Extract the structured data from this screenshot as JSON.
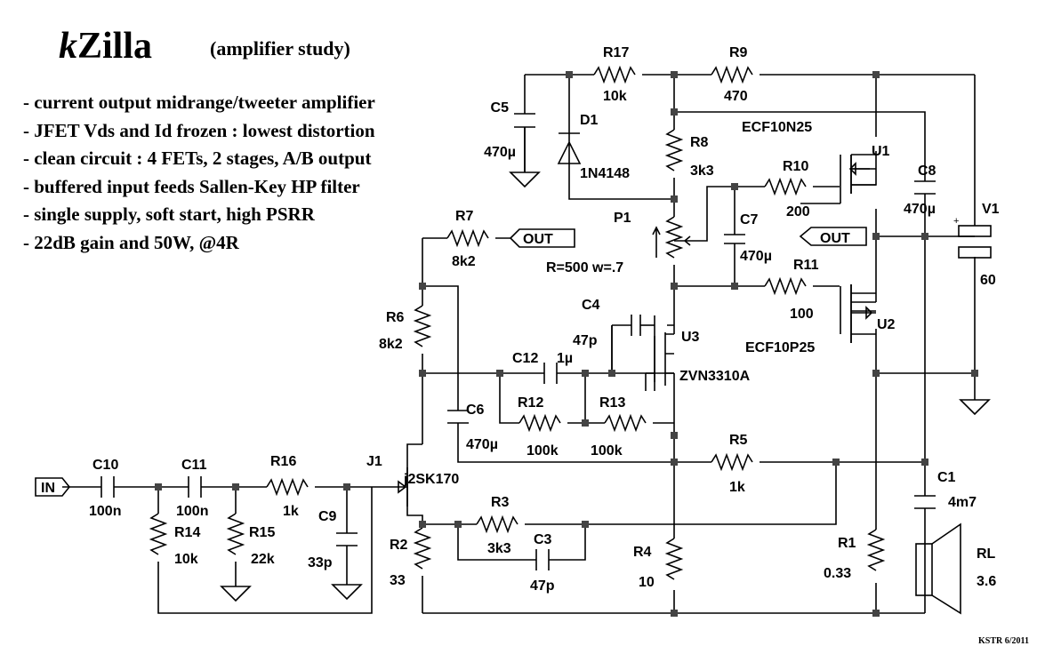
{
  "title": {
    "prefix": "k",
    "name": "Zilla",
    "subtitle": "(amplifier study)"
  },
  "notes": [
    "- current output midrange/tweeter amplifier",
    "- JFET Vds and Id frozen : lowest distortion",
    "- clean circuit : 4 FETs, 2 stages, A/B output",
    "- buffered input feeds Sallen-Key HP filter",
    "- single supply, soft start, high PSRR",
    "- 22dB gain and 50W, @4R"
  ],
  "credit": "KSTR 6/2011",
  "ports": {
    "in": "IN",
    "out_left": "OUT",
    "out_right": "OUT"
  },
  "components": {
    "R17": {
      "ref": "R17",
      "value": "10k"
    },
    "R9": {
      "ref": "R9",
      "value": "470"
    },
    "C5": {
      "ref": "C5",
      "value": "470µ"
    },
    "D1": {
      "ref": "D1",
      "value": "1N4148"
    },
    "R8": {
      "ref": "R8",
      "value": "3k3"
    },
    "U1": {
      "ref": "U1",
      "value": "ECF10N25"
    },
    "R10": {
      "ref": "R10",
      "value": "200"
    },
    "C8": {
      "ref": "C8",
      "value": "470µ"
    },
    "V1": {
      "ref": "V1",
      "value": "60"
    },
    "R7": {
      "ref": "R7",
      "value": "8k2"
    },
    "P1": {
      "ref": "P1",
      "value": "R=500 w=.7"
    },
    "C7": {
      "ref": "C7",
      "value": "470µ"
    },
    "R11": {
      "ref": "R11",
      "value": "100"
    },
    "C4": {
      "ref": "C4",
      "value": "47p"
    },
    "U3": {
      "ref": "U3",
      "value": "ZVN3310A"
    },
    "U2": {
      "ref": "U2",
      "value": "ECF10P25"
    },
    "R6": {
      "ref": "R6",
      "value": "8k2"
    },
    "C12": {
      "ref": "C12",
      "value": "1µ"
    },
    "R12": {
      "ref": "R12",
      "value": "100k"
    },
    "R13": {
      "ref": "R13",
      "value": "100k"
    },
    "C6": {
      "ref": "C6",
      "value": "470µ"
    },
    "R5": {
      "ref": "R5",
      "value": "1k"
    },
    "J1": {
      "ref": "J1",
      "value": "j2SK170"
    },
    "C10": {
      "ref": "C10",
      "value": "100n"
    },
    "C11": {
      "ref": "C11",
      "value": "100n"
    },
    "R16": {
      "ref": "R16",
      "value": "1k"
    },
    "C9": {
      "ref": "C9",
      "value": "33p"
    },
    "R14": {
      "ref": "R14",
      "value": "10k"
    },
    "R15": {
      "ref": "R15",
      "value": "22k"
    },
    "R3": {
      "ref": "R3",
      "value": "3k3"
    },
    "C3": {
      "ref": "C3",
      "value": "47p"
    },
    "R2": {
      "ref": "R2",
      "value": "33"
    },
    "R4": {
      "ref": "R4",
      "value": "10"
    },
    "C1": {
      "ref": "C1",
      "value": "4m7"
    },
    "R1": {
      "ref": "R1",
      "value": "0.33"
    },
    "RL": {
      "ref": "RL",
      "value": "3.6"
    }
  }
}
